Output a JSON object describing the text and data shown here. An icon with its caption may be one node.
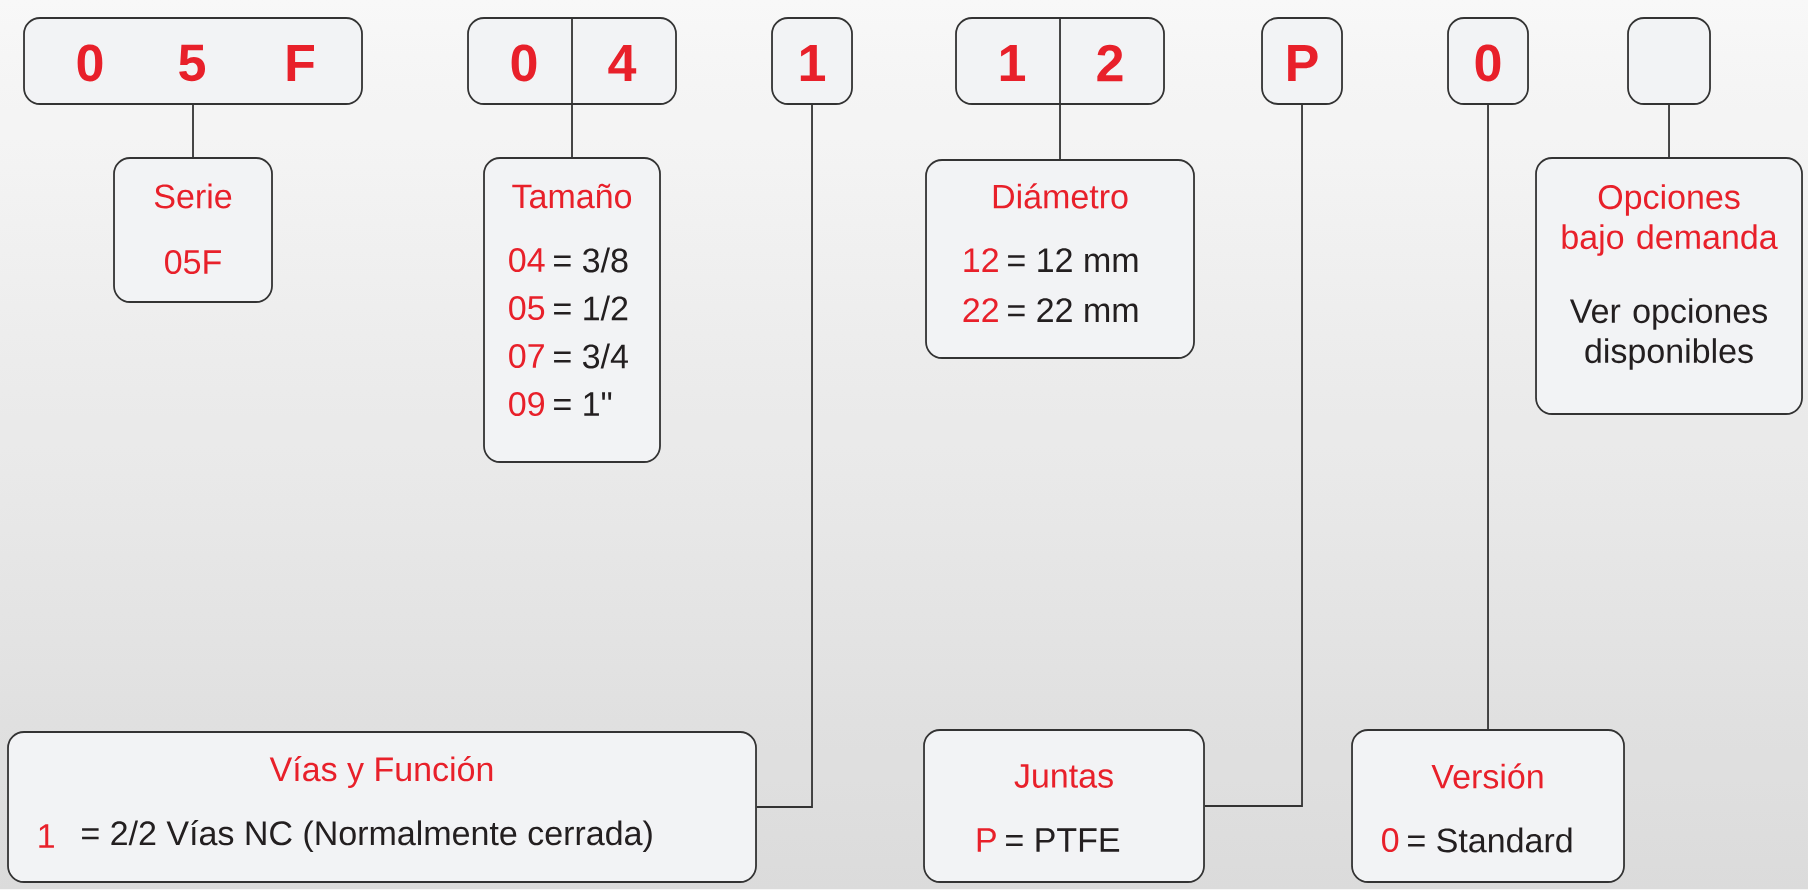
{
  "diagram": {
    "nodes": [
      {
        "text": [
          "0",
          "5",
          "F"
        ]
      },
      {
        "text": [
          "0",
          "4"
        ]
      },
      {
        "text": [
          "1"
        ]
      },
      {
        "text": [
          "1",
          "2"
        ]
      },
      {
        "text": [
          "P"
        ]
      },
      {
        "text": [
          "0"
        ]
      },
      {
        "text": [],
        "shape": "box"
      },
      {
        "text": [
          "Serie",
          "05F"
        ]
      },
      {
        "text": [
          "Tamaño",
          "04",
          "= 3/8",
          "05",
          "= 1/2",
          "07",
          "= 3/4",
          "09",
          "= 1\""
        ]
      },
      {
        "text": [
          "Diámetro",
          "12",
          "= 12 mm",
          "22",
          "= 22 mm"
        ]
      },
      {
        "text": [
          "Opciones bajo demanda",
          "Ver opciones disponibles"
        ]
      },
      {
        "text": [
          "Vías y Función",
          "1",
          "= 2/2 Vías NC (Normalmente cerrada)"
        ]
      },
      {
        "text": [
          "Juntas",
          "P",
          "= PTFE"
        ]
      },
      {
        "text": [
          "Versión",
          "0",
          "= Standard"
        ]
      }
    ],
    "edges": [
      {
        "from": 0,
        "to": 7,
        "arrow": "none"
      },
      {
        "from": 1,
        "to": 8,
        "arrow": "none"
      },
      {
        "from": 3,
        "to": 9,
        "arrow": "none"
      },
      {
        "from": 6,
        "to": 10,
        "arrow": "none"
      },
      {
        "from": 2,
        "to": 11,
        "arrow": "none"
      },
      {
        "from": 4,
        "to": 12,
        "arrow": "none"
      },
      {
        "from": 5,
        "to": 13,
        "arrow": "none"
      }
    ]
  }
}
